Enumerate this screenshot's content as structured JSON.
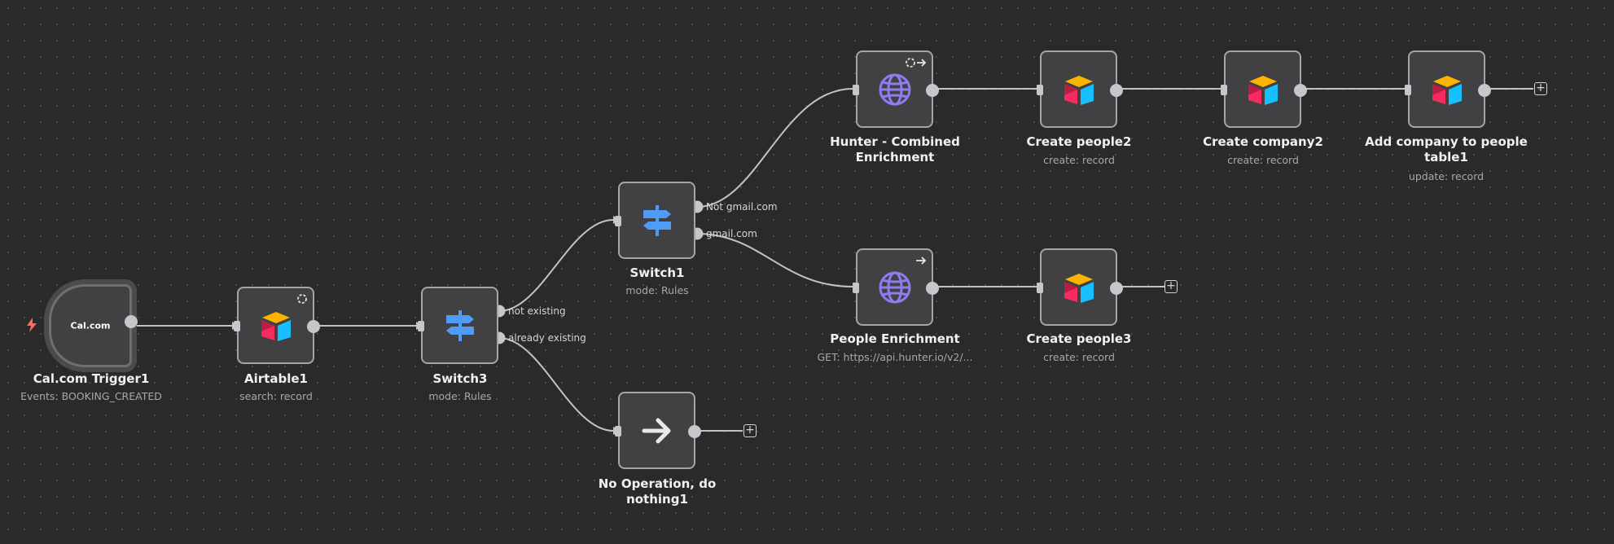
{
  "nodes": {
    "trigger": {
      "logo": "Cal.com",
      "title": "Cal.com Trigger1",
      "subtitle": "Events: BOOKING_CREATED",
      "icon": "cal-com-logo"
    },
    "airtable1": {
      "title": "Airtable1",
      "subtitle": "search: record",
      "icon": "airtable-icon"
    },
    "switch3": {
      "title": "Switch3",
      "subtitle": "mode: Rules",
      "icon": "signpost-icon",
      "outputs": [
        "not existing",
        "already existing"
      ]
    },
    "switch1": {
      "title": "Switch1",
      "subtitle": "mode: Rules",
      "icon": "signpost-icon",
      "outputs": [
        "Not gmail.com",
        "gmail.com"
      ]
    },
    "noop": {
      "title": "No Operation, do nothing1",
      "icon": "arrow-right-icon"
    },
    "hunter": {
      "title": "Hunter - Combined Enrichment",
      "icon": "globe-icon"
    },
    "people_enrichment": {
      "title": "People Enrichment",
      "subtitle": "GET: https://api.hunter.io/v2/...",
      "icon": "globe-icon"
    },
    "create_people2": {
      "title": "Create people2",
      "subtitle": "create: record",
      "icon": "airtable-icon"
    },
    "create_company2": {
      "title": "Create company2",
      "subtitle": "create: record",
      "icon": "airtable-icon"
    },
    "add_company": {
      "title": "Add company to people table1",
      "subtitle": "update: record",
      "icon": "airtable-icon"
    },
    "create_people3": {
      "title": "Create people3",
      "subtitle": "create: record",
      "icon": "airtable-icon"
    }
  },
  "add_button_label": "+",
  "colors": {
    "accent_switch": "#4f9bf5",
    "globe": "#8f7cf0",
    "bolt": "#ff6b5b"
  }
}
